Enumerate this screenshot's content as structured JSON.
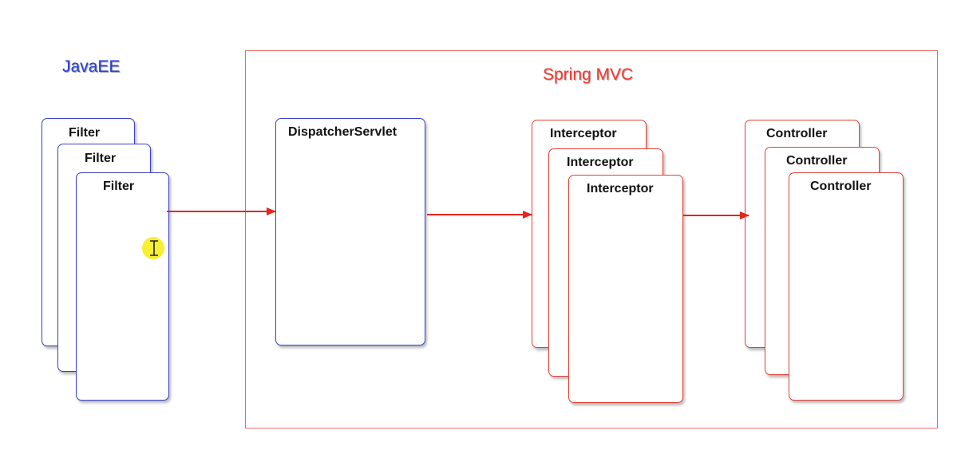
{
  "titles": {
    "javaee": "JavaEE",
    "spring_mvc": "Spring MVC"
  },
  "cards": {
    "filter": [
      "Filter",
      "Filter",
      "Filter"
    ],
    "dispatcher": "DispatcherServlet",
    "interceptor": [
      "Interceptor",
      "Interceptor",
      "Interceptor"
    ],
    "controller": [
      "Controller",
      "Controller",
      "Controller"
    ]
  },
  "colors": {
    "javaee_accent": "#2a3fd6",
    "spring_accent": "#f03a2e",
    "arrow": "#e8241a"
  },
  "icons": {
    "cursor": "text-cursor-icon"
  }
}
